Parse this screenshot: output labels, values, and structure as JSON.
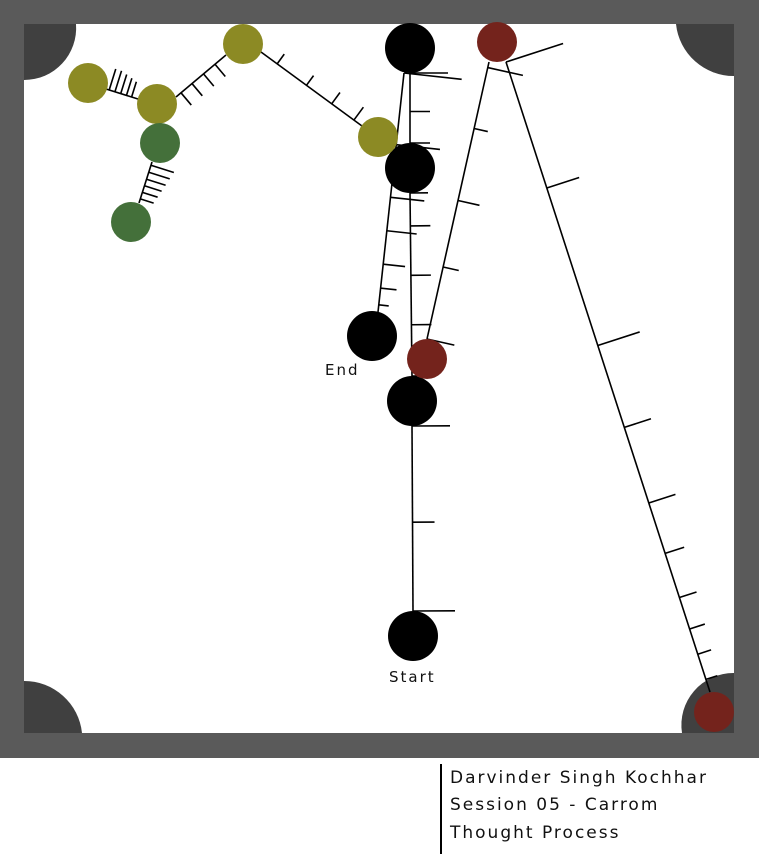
{
  "labels": {
    "start": "Start",
    "end": "End"
  },
  "caption": {
    "line1": "Darvinder Singh Kochhar",
    "line2": "Session 05 - Carrom",
    "line3": "Thought Process"
  },
  "colors": {
    "frame": "#5a5a5a",
    "pocket": "#404040",
    "striker": "#000000",
    "olive_coin": "#8c8a24",
    "green_coin": "#44703a",
    "red_coin": "#74231c"
  }
}
